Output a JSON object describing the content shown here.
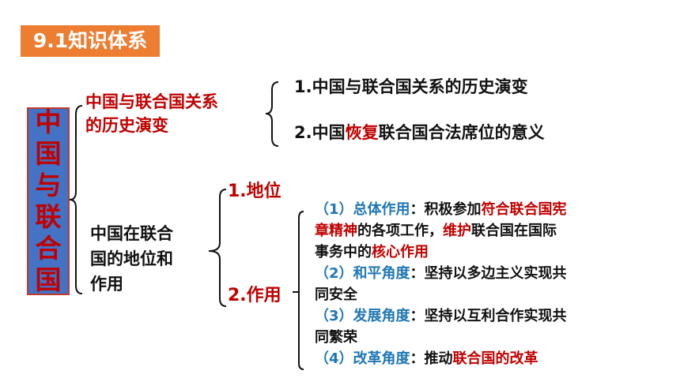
{
  "title": "9.1知识体系",
  "main_topic": [
    "中",
    "国",
    "与",
    "联",
    "合",
    "国"
  ],
  "branches": {
    "history": {
      "label_line1": "中国与联合国关系",
      "label_line2": "的历史演变",
      "items": [
        {
          "text": "1.中国与联合国关系的历史演变"
        },
        {
          "pre": "2.中国",
          "hl": "恢复",
          "post": "联合国合法席位的意义"
        }
      ]
    },
    "role": {
      "label_line1": "中国在联合",
      "label_line2": "国的地位和",
      "label_line3": "作用",
      "status_label": "1.地位",
      "function_label": "2.作用",
      "functions": [
        {
          "num": "（1）",
          "key": "总体作用",
          "line1_a": "：积极参加",
          "line1_b": "符合联合国宪",
          "line2_a": "章精神",
          "line2_b": "的各项工作，",
          "line2_c": "维护",
          "line2_d": "联合国在国际",
          "line3_a": "事务中的",
          "line3_b": "核心作用"
        },
        {
          "num": "（2）",
          "key": "和平角度",
          "line1": "：坚持以多边主义实现共",
          "line2": "同安全"
        },
        {
          "num": "（3）",
          "key": "发展角度",
          "line1": "：坚持以互利合作实现共",
          "line2": "同繁荣"
        },
        {
          "num": "（4）",
          "key": "改革角度",
          "line1": "：推动",
          "line1_hl": "联合国的改革"
        }
      ]
    }
  },
  "colors": {
    "badge": "#ed7d31",
    "main_box": "#4472c4",
    "highlight": "#c00000",
    "key_blue": "#1f77b4"
  }
}
